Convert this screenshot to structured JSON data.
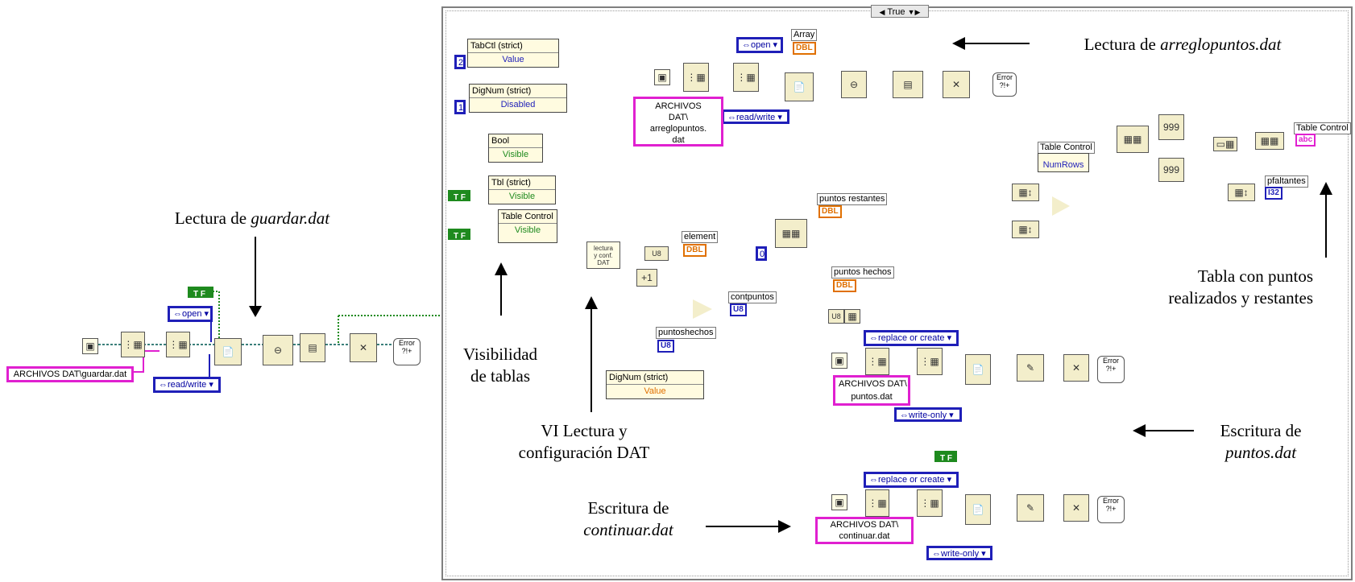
{
  "case_selector": "True",
  "annotations": {
    "guardar": {
      "prefix": "Lectura de ",
      "file": "guardar.dat"
    },
    "arreglo": {
      "prefix": "Lectura de ",
      "file": "arreglopuntos.dat"
    },
    "visibilidad": [
      "Visibilidad",
      "de tablas"
    ],
    "vi_lectura": [
      "VI Lectura y",
      "configuración DAT"
    ],
    "continuar": {
      "line1": "Escritura de",
      "file": "continuar.dat"
    },
    "puntos": {
      "line1": "Escritura de",
      "file": "puntos.dat"
    },
    "tabla": [
      "Tabla con puntos",
      "realizados y restantes"
    ]
  },
  "left": {
    "path": "ARCHIVOS DAT\\guardar.dat",
    "open": "open",
    "rw": "read/write",
    "tf": "T F"
  },
  "props": {
    "tabctl": {
      "title": "TabCtl (strict)",
      "row": "Value",
      "const": "2"
    },
    "dignum1": {
      "title": "DigNum (strict)",
      "row": "Disabled",
      "const": "1"
    },
    "bool": {
      "title": "Bool",
      "row": "Visible"
    },
    "tbl": {
      "title": "Tbl (strict)",
      "row": "Visible"
    },
    "tablecontrol": {
      "title": "Table Control",
      "row": "Visible"
    },
    "tf1": "T F",
    "tf2": "T F"
  },
  "top_read": {
    "open": "open",
    "array": "Array",
    "array_type": "DBL",
    "path": [
      "ARCHIVOS",
      "DAT\\",
      "arreglopuntos.",
      "dat"
    ],
    "rw": "read/write"
  },
  "table_block": {
    "table_control": "Table Control",
    "numrows": "NumRows",
    "tc_out": "Table Control",
    "tc_out_type": "abc",
    "pfaltantes": "pfaltantes",
    "pfaltantes_type": "I32"
  },
  "mid": {
    "lectura_vi": [
      "lectura",
      "y conf.",
      "DAT"
    ],
    "element": "element",
    "element_type": "DBL",
    "restantes": "puntos restantes",
    "restantes_type": "DBL",
    "hechos": "puntos hechos",
    "hechos_type": "DBL",
    "zero": "0",
    "contpuntos": "contpuntos",
    "contpuntos_type": "U8",
    "puntoshechos": "puntoshechos",
    "puntoshechos_type": "U8",
    "dignum2_title": "DigNum (strict)",
    "dignum2_row": "Value"
  },
  "write_puntos": {
    "mode": "replace or create",
    "path": [
      "ARCHIVOS DAT\\",
      "puntos.dat"
    ],
    "access": "write-only"
  },
  "write_continuar": {
    "tf": "T F",
    "mode": "replace or create",
    "path": [
      "ARCHIVOS DAT\\",
      "continuar.dat"
    ],
    "access": "write-only"
  },
  "error_label": [
    "Error",
    "?!+"
  ],
  "colors": {
    "blue_wire": "#1f1fb8",
    "orange_wire": "#e07000",
    "pink_wire": "#e020d0",
    "green_wire": "#1e8a1e"
  }
}
